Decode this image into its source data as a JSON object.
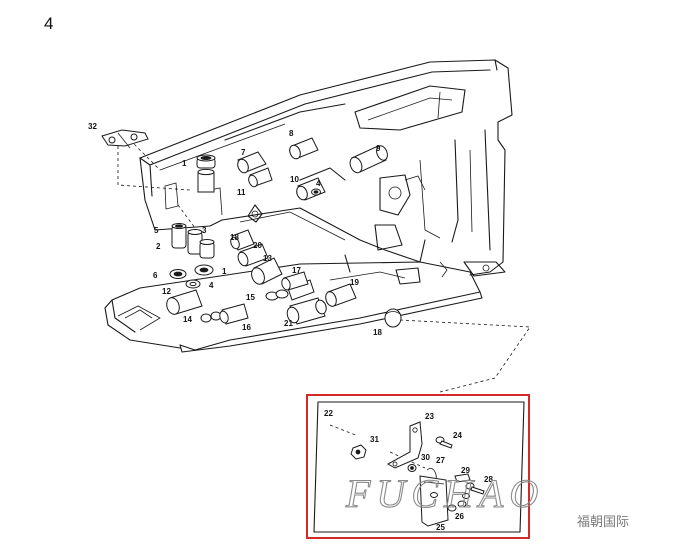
{
  "page_number": "4",
  "callouts": {
    "p1": "1",
    "p1b": "1",
    "p2": "2",
    "p3": "3",
    "p4": "4",
    "p4b": "4",
    "p5": "5",
    "p6": "6",
    "p7": "7",
    "p8": "8",
    "p9": "9",
    "p10": "10",
    "p11": "11",
    "p12": "12",
    "p13": "13",
    "p14": "14",
    "p15": "15",
    "p16": "16",
    "p17": "17",
    "p18": "18",
    "p18b": "18",
    "p19": "19",
    "p20": "20",
    "p21": "21",
    "p22": "22",
    "p23": "23",
    "p24": "24",
    "p25": "25",
    "p26": "26",
    "p27": "27",
    "p28": "28",
    "p29": "29",
    "p30": "30",
    "p31": "31",
    "p32": "32"
  },
  "watermark": {
    "latin": "FUCHAO",
    "chinese": "福朝国际"
  },
  "colors": {
    "highlight_box": "#d42a2a",
    "line_art": "#1a1a1a",
    "watermark": "#8a8a8a"
  }
}
